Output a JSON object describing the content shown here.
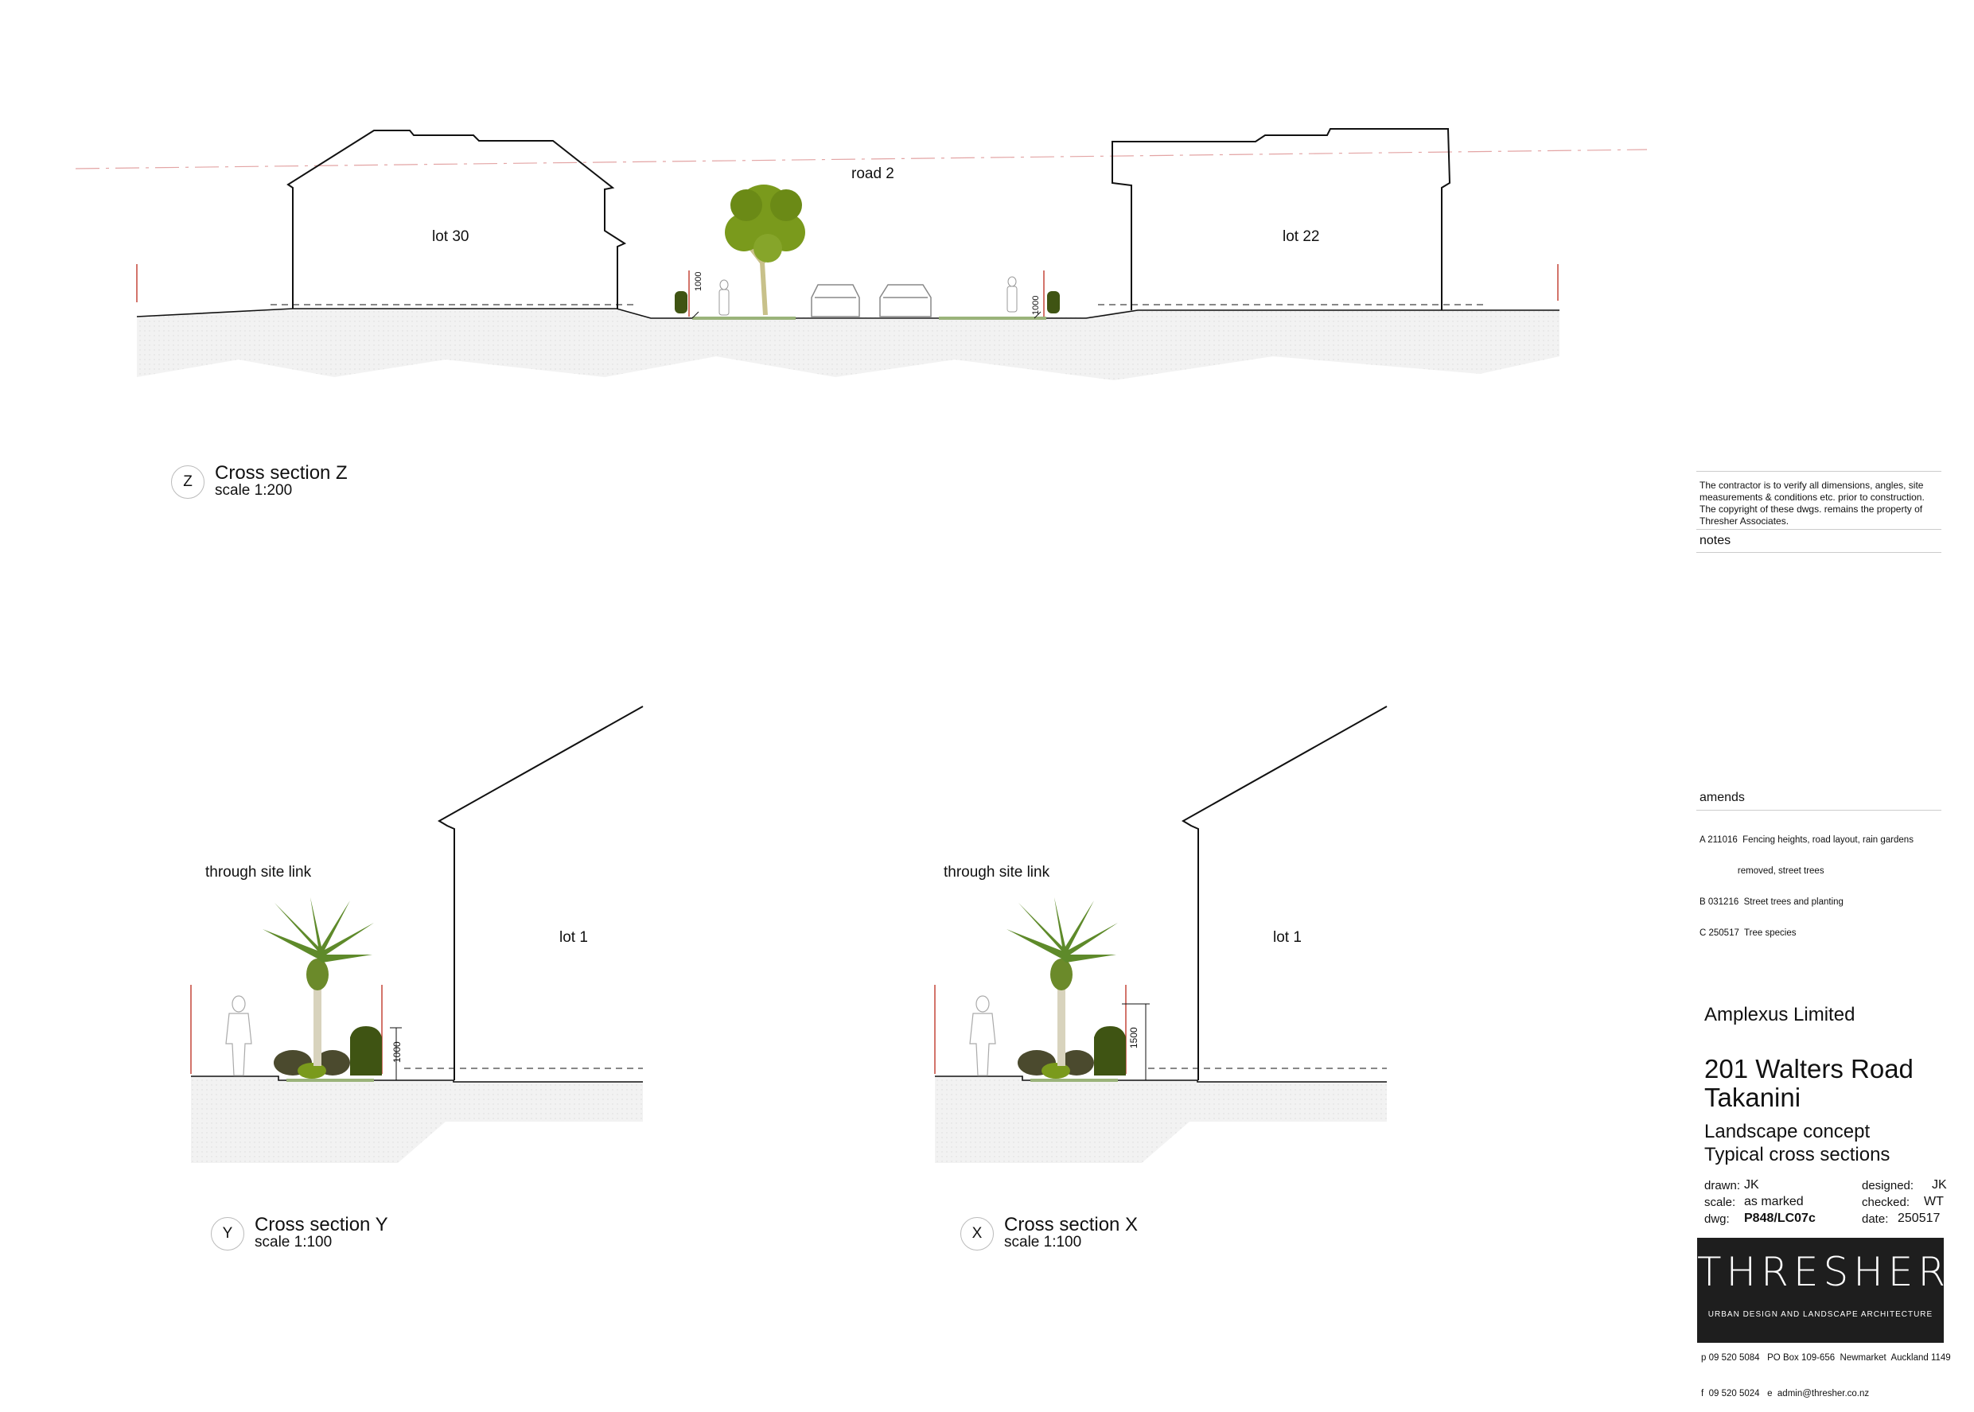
{
  "section_z": {
    "bubble": "Z",
    "title": "Cross section Z",
    "scale": "scale 1:200",
    "lot_left": "lot 30",
    "lot_right": "lot 22",
    "road": "road 2",
    "dim_left": "1000",
    "dim_right": "1000"
  },
  "section_y": {
    "bubble": "Y",
    "title": "Cross section Y",
    "scale": "scale 1:100",
    "link": "through site link",
    "lot": "lot 1",
    "dim": "1000"
  },
  "section_x": {
    "bubble": "X",
    "title": "Cross section X",
    "scale": "scale 1:100",
    "link": "through site link",
    "lot": "lot 1",
    "dim": "1500"
  },
  "notes": {
    "text_lines": [
      "The contractor is to verify all dimensions, angles, site",
      "measurements & conditions etc. prior to construction.",
      "The copyright of these dwgs. remains the property of",
      "Thresher Associates."
    ],
    "heading": "notes"
  },
  "amends": {
    "heading": "amends",
    "items": [
      "A 211016  Fencing heights, road layout, rain gardens",
      "               removed, street trees",
      "B 031216  Street trees and planting",
      "C 250517  Tree species"
    ]
  },
  "title_block": {
    "client": "Amplexus Limited",
    "address_1": "201 Walters Road",
    "address_2": "Takanini",
    "desc_1": "Landscape concept",
    "desc_2": "Typical cross sections",
    "drawn_label": "drawn:",
    "drawn": "JK",
    "designed_label": "designed:",
    "designed": "JK",
    "scale_label": "scale:",
    "scale": "as marked",
    "checked_label": "checked:",
    "checked": "WT",
    "dwg_label": "dwg:",
    "dwg": "P848/LC07c",
    "date_label": "date:",
    "date": "250517"
  },
  "logo": {
    "word": "THRESHER",
    "tagline": "URBAN DESIGN AND LANDSCAPE ARCHITECTURE"
  },
  "contact": {
    "line_1": "p 09 520 5084   PO Box 109-656  Newmarket  Auckland 1149",
    "line_2": "f  09 520 5024   e  admin@thresher.co.nz"
  },
  "colors": {
    "foliage": "#7a9a1c",
    "hedge": "#3f5413",
    "palm": "#5e8a2a",
    "ground": "#f2f2f2",
    "fence": "#c0392b"
  }
}
